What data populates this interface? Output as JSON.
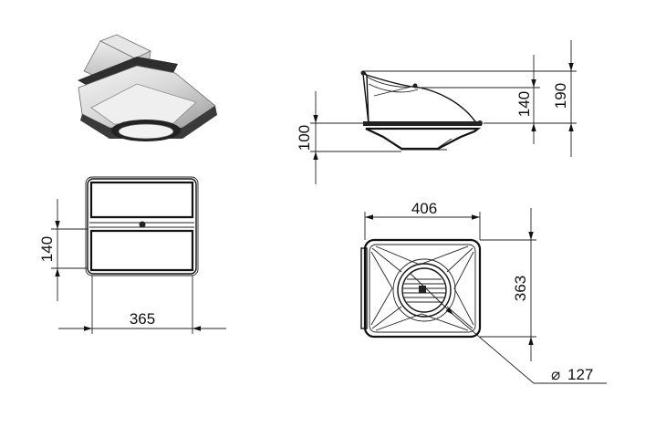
{
  "drawing": {
    "front_view": {
      "width_label": "365",
      "height_label": "140"
    },
    "side_view": {
      "total_height_label": "190",
      "upper_height_label": "140",
      "lower_height_label": "100"
    },
    "top_view": {
      "width_label": "406",
      "depth_label": "363",
      "diameter_label": "127",
      "diameter_symbol": "⌀"
    }
  }
}
